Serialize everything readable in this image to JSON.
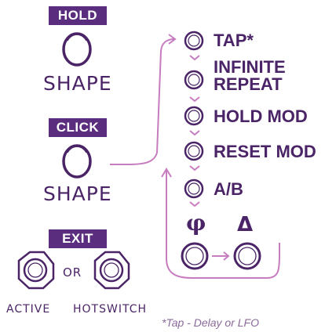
{
  "hold": {
    "badge": "HOLD",
    "shape_label": "SHAPE"
  },
  "click": {
    "badge": "CLICK",
    "shape_label": "SHAPE"
  },
  "exit": {
    "badge": "EXIT",
    "or_label": "OR",
    "active_label": "ACTIVE",
    "hotswitch_label": "HOTSWITCH"
  },
  "modes": [
    {
      "line1": "TAP*",
      "line2": ""
    },
    {
      "line1": "INFINITE",
      "line2": "REPEAT"
    },
    {
      "line1": "HOLD MOD",
      "line2": ""
    },
    {
      "line1": "RESET MOD",
      "line2": ""
    },
    {
      "line1": "A/B",
      "line2": ""
    }
  ],
  "phase_symbol": "φ",
  "delta_symbol": "Δ",
  "footnote": "*Tap - Delay or LFO",
  "colors": {
    "badge": "#5a2d7e",
    "text": "#4a2466",
    "arrow": "#c77cc0",
    "knob": "#4a2466"
  }
}
